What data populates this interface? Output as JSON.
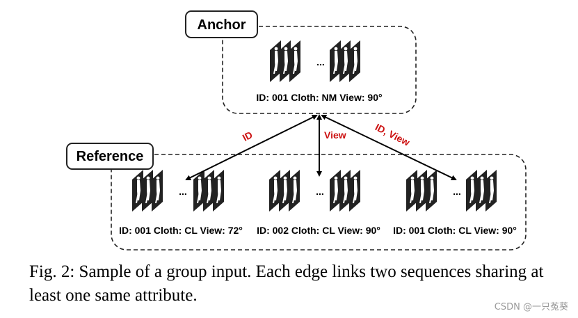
{
  "anchor": {
    "title": "Anchor",
    "label": "ID: 001 Cloth: NM View: 90°"
  },
  "reference": {
    "title": "Reference",
    "groups": [
      {
        "label": "ID: 001 Cloth: CL View: 72°"
      },
      {
        "label": "ID: 002 Cloth: CL View: 90°"
      },
      {
        "label": "ID: 001 Cloth: CL View: 90°"
      }
    ]
  },
  "ellipsis": "...",
  "edges": {
    "left": "ID",
    "middle": "View",
    "right": "ID, View"
  },
  "caption": {
    "text": "Fig. 2: Sample of a group input. Each edge links two sequences sharing at least one same attribute."
  },
  "watermark": "CSDN @一只菟葵",
  "colors": {
    "edge_label": "#cc1111",
    "frame": "#222222"
  }
}
